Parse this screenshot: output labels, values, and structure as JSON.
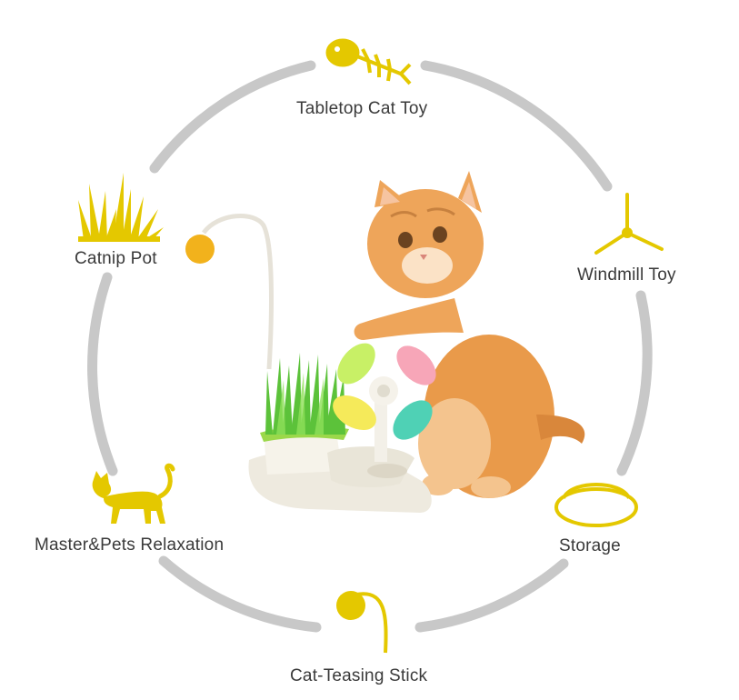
{
  "features": {
    "top": {
      "label": "Tabletop Cat Toy",
      "icon": "fish-bone-icon"
    },
    "upper_right": {
      "label": "Windmill Toy",
      "icon": "windmill-icon"
    },
    "lower_right": {
      "label": "Storage",
      "icon": "storage-dish-icon"
    },
    "bottom": {
      "label": "Cat-Teasing Stick",
      "icon": "teasing-stick-icon"
    },
    "lower_left": {
      "label": "Master&Pets Relaxation",
      "icon": "cat-silhouette-icon"
    },
    "upper_left": {
      "label": "Catnip Pot",
      "icon": "grass-icon"
    }
  },
  "colors": {
    "ring": "#c8c8c8",
    "icon_accent": "#e4c800",
    "text": "#3a3a3a"
  }
}
